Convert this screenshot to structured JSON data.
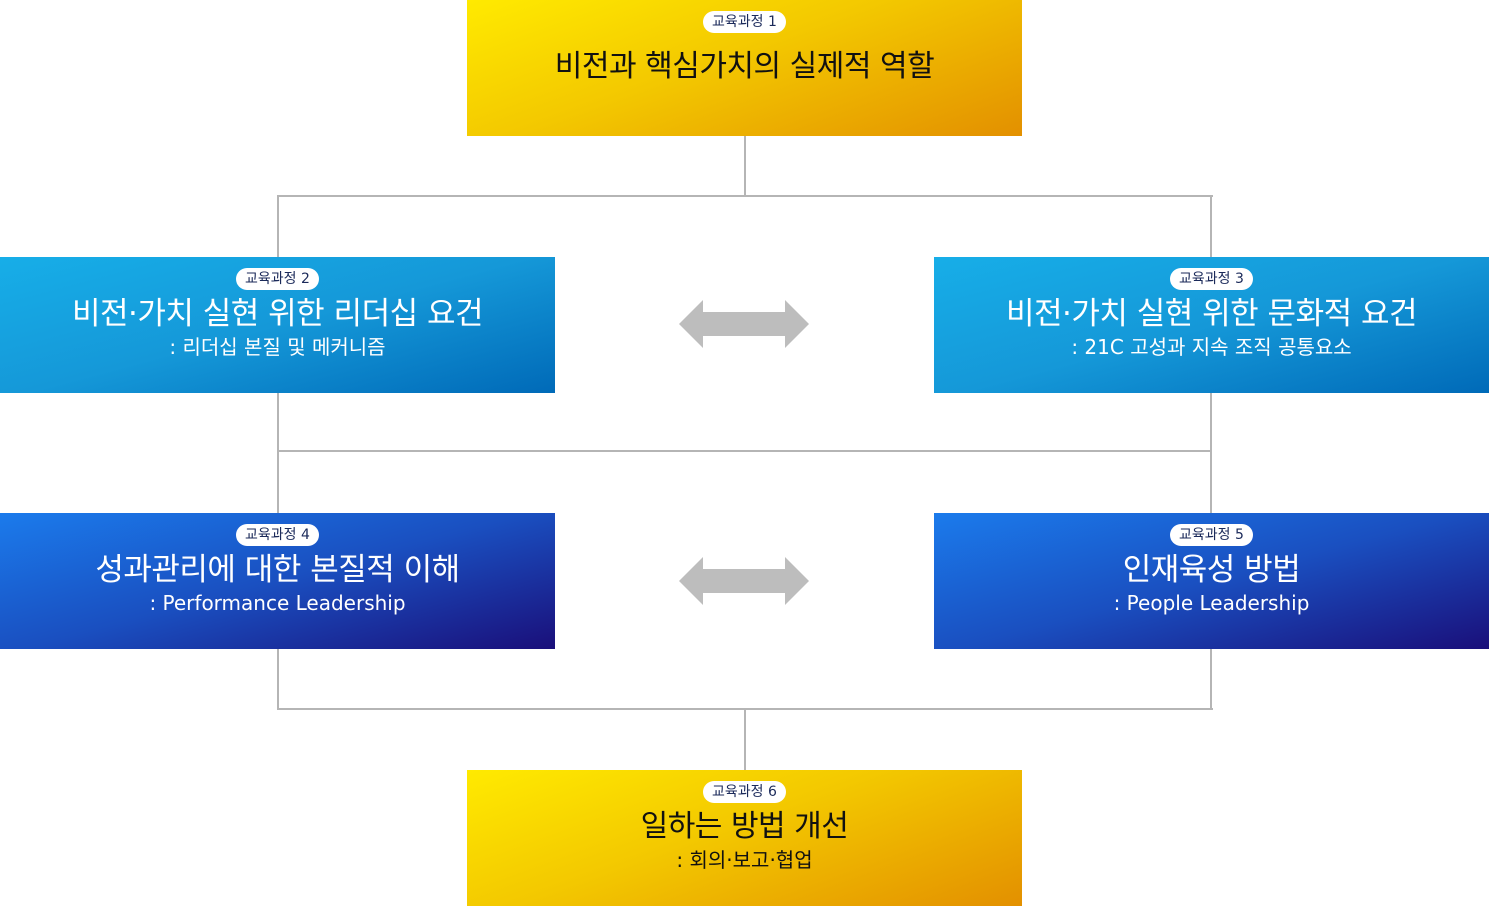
{
  "courses": [
    {
      "badge": "교육과정 1",
      "title": "비전과 핵심가치의 실제적 역할"
    },
    {
      "badge": "교육과정 2",
      "title": "비전·가치 실현 위한 리더십 요건",
      "subtitle": ": 리더십 본질 및 메커니즘"
    },
    {
      "badge": "교육과정 3",
      "title": "비전·가치 실현 위한 문화적 요건",
      "subtitle": ": 21C 고성과 지속 조직 공통요소"
    },
    {
      "badge": "교육과정 4",
      "title": "성과관리에 대한 본질적 이해",
      "subtitle": ": Performance Leadership"
    },
    {
      "badge": "교육과정 5",
      "title": "인재육성 방법",
      "subtitle": ": People Leadership"
    },
    {
      "badge": "교육과정 6",
      "title": "일하는 방법 개선",
      "subtitle": ": 회의·보고·협업"
    }
  ],
  "colors": {
    "connector": "#b5b5b5",
    "arrow": "#bdbdbd",
    "yellow": "#f3c800",
    "cyan": "#1598d8",
    "deep_blue": "#1a4fc0"
  }
}
